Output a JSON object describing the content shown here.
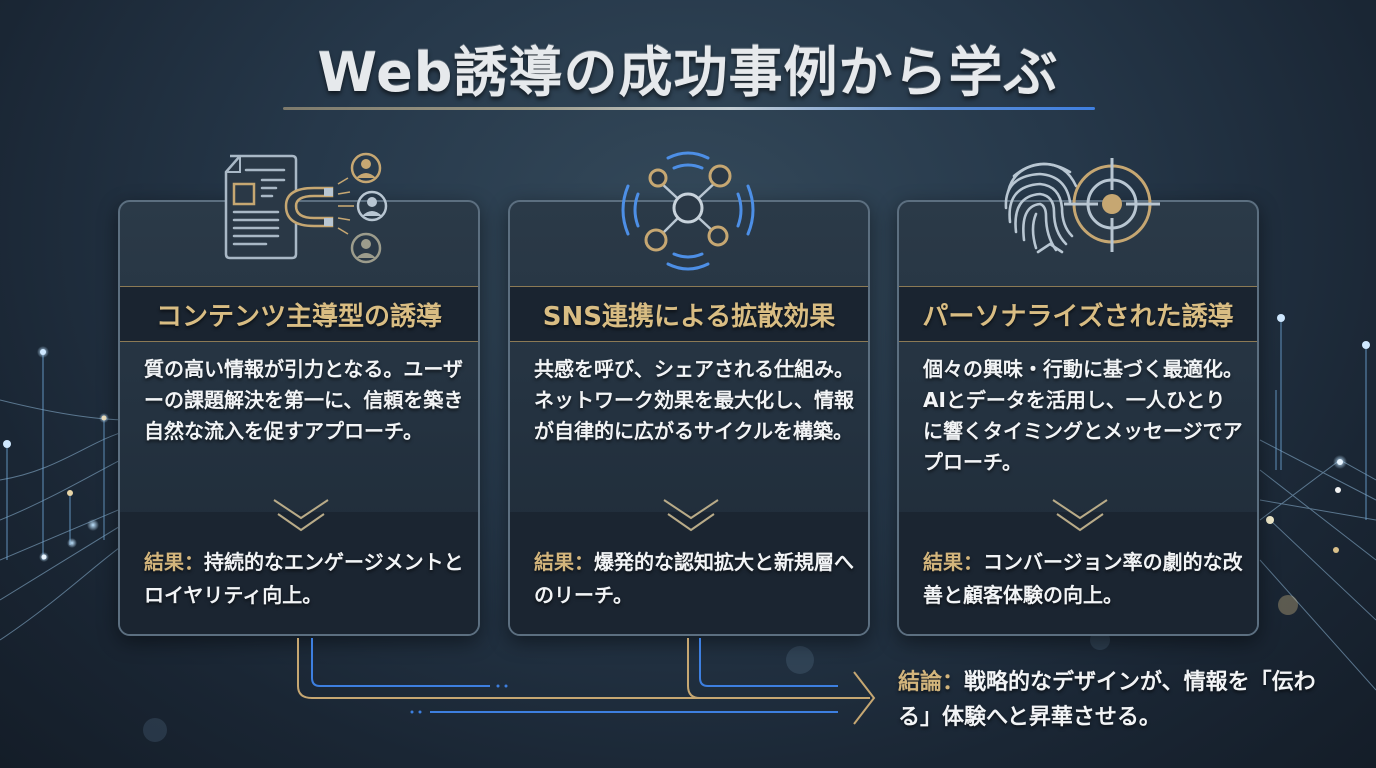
{
  "title": "Web誘導の成功事例から学ぶ",
  "colors": {
    "gold": "#d3b57c",
    "blue": "#3f7fe0",
    "steel": "#b8c6d2",
    "background": "#26384a"
  },
  "cards": [
    {
      "icon": "document-magnet-users-icon",
      "heading": "コンテンツ主導型の誘導",
      "body": "質の高い情報が引力となる。ユーザーの課題解決を第一に、信頼を築き自然な流入を促すアプローチ。",
      "result_label": "結果",
      "result_sep": "：",
      "result_text": "持続的なエンゲージメントとロイヤリティ向上。"
    },
    {
      "icon": "network-broadcast-icon",
      "heading": "SNS連携による拡散効果",
      "body": "共感を呼び、シェアされる仕組み。ネットワーク効果を最大化し、情報が自律的に広がるサイクルを構築。",
      "result_label": "結果",
      "result_sep": "：",
      "result_text": "爆発的な認知拡大と新規層へのリーチ。"
    },
    {
      "icon": "fingerprint-target-icon",
      "heading": "パーソナライズされた誘導",
      "body": "個々の興味・行動に基づく最適化。AIとデータを活用し、一人ひとりに響くタイミングとメッセージでアプローチ。",
      "result_label": "結果",
      "result_sep": "：",
      "result_text": "コンバージョン率の劇的な改善と顧客体験の向上。"
    }
  ],
  "conclusion": {
    "label": "結論",
    "sep": "：",
    "text": "戦略的なデザインが、情報を「伝わる」体験へと昇華させる。"
  }
}
